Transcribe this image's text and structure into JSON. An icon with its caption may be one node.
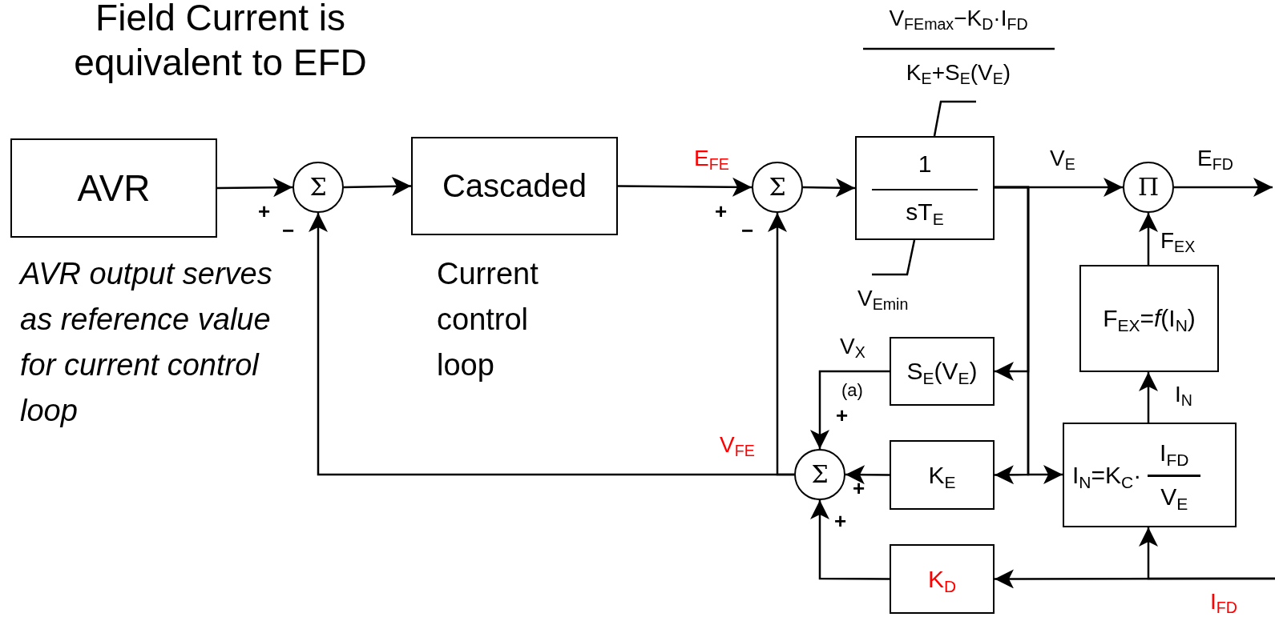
{
  "diagram": {
    "title": "Field Current is equivalent to EFD",
    "nodes": [
      {
        "text": [
          "AVR"
        ],
        "beside": [
          "AVR output serves as reference value for current control loop"
        ]
      },
      {
        "text": [
          "Σ"
        ]
      },
      {
        "text": [
          "Cascaded"
        ],
        "beside": [
          "Current control loop"
        ]
      },
      {
        "text": [
          "Σ"
        ]
      },
      {
        "text": [
          "1",
          "sT$_{E}$"
        ]
      },
      {
        "text": [
          "Π"
        ]
      },
      {
        "text": [
          "F$_{EX}$=*f*(I$_{N}$)"
        ]
      },
      {
        "text": [
          "S$_{E}$(V$_{E}$)"
        ]
      },
      {
        "text": [
          "Σ"
        ]
      },
      {
        "text": [
          "K$_{E}$"
        ]
      },
      {
        "text": [
          "I$_{N}$=K$_{C}$·",
          "I$_{FD}$",
          "V$_{E}$"
        ]
      },
      {
        "text": [
          "K$_{D}$"
        ]
      }
    ],
    "edges": [
      {
        "from": 0,
        "to": 1,
        "arrow": "to"
      },
      {
        "from": 1,
        "to": 2,
        "arrow": "to"
      },
      {
        "from": 2,
        "to": 3,
        "arrow": "to"
      },
      {
        "from": 3,
        "to": 4,
        "arrow": "to"
      },
      {
        "from": 4,
        "to": 5,
        "arrow": "to"
      },
      {
        "from": 5,
        "to": null,
        "arrow": "to"
      },
      {
        "from": 4,
        "to": 7,
        "arrow": "to"
      },
      {
        "from": 4,
        "to": 9,
        "arrow": "to"
      },
      {
        "from": 4,
        "to": 10,
        "arrow": "to"
      },
      {
        "from": 6,
        "to": 5,
        "arrow": "to"
      },
      {
        "from": 10,
        "to": 6,
        "arrow": "to"
      },
      {
        "from": 7,
        "to": 8,
        "arrow": "to"
      },
      {
        "from": 9,
        "to": 8,
        "arrow": "to"
      },
      {
        "from": 11,
        "to": 8,
        "arrow": "to"
      },
      {
        "from": null,
        "to": 11,
        "arrow": "to"
      },
      {
        "from": null,
        "to": 10,
        "arrow": "to"
      },
      {
        "from": 8,
        "to": 3,
        "arrow": "to"
      },
      {
        "from": 8,
        "to": 1,
        "arrow": "to"
      }
    ],
    "labels": [
      "+",
      "−",
      "E$_{FE}$",
      "+",
      "−",
      "V$_{FEmax}$−K$_{D}$·I$_{FD}$",
      "K$_{E}$+S$_{E}$(V$_{E}$)",
      "V$_{E}$",
      "E$_{FD}$",
      "F$_{EX}$",
      "V$_{Emin}$",
      "V$_{X}$",
      "(a)",
      "+",
      "I$_{N}$",
      "V$_{FE}$",
      "+",
      "+",
      "I$_{FD}$"
    ]
  }
}
